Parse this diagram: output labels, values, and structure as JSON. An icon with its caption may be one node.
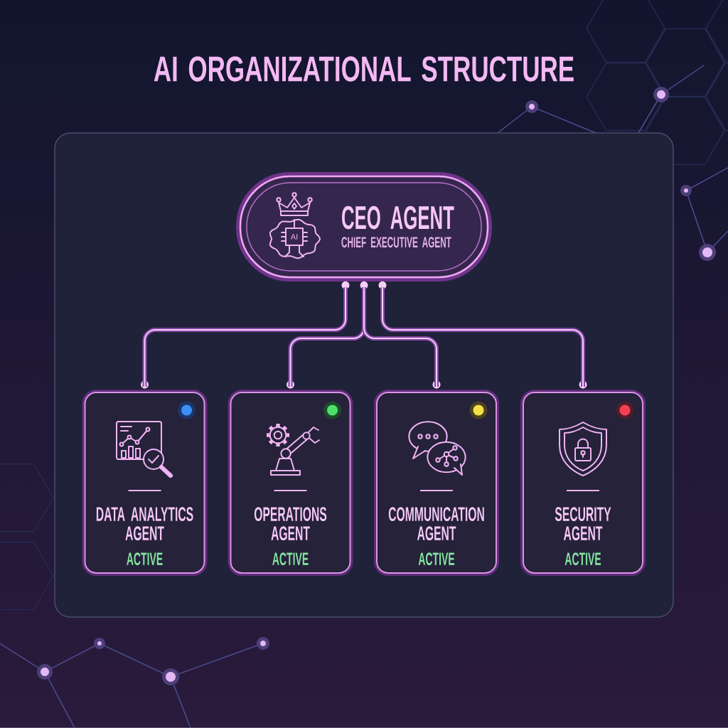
{
  "diagram": {
    "title": "AI ORGANIZATIONAL STRUCTURE",
    "nodes": [
      {
        "text": [],
        "shape": "box"
      },
      {
        "text": [
          "CEO AGENT",
          "CHIEF EXECUTIVE AGENT"
        ],
        "in": 0
      },
      {
        "text": [
          "DATA ANALYTICS AGENT",
          "ACTIVE"
        ],
        "in": 0
      },
      {
        "text": [
          "OPERATIONS AGENT",
          "ACTIVE"
        ],
        "in": 0
      },
      {
        "text": [
          "COMMUNICATION AGENT",
          "ACTIVE"
        ],
        "in": 0
      },
      {
        "text": [
          "SECURITY AGENT",
          "ACTIVE"
        ],
        "in": 0
      }
    ],
    "edges": [
      {
        "from": 1,
        "to": 2,
        "arrow": "none"
      },
      {
        "from": 1,
        "to": 3,
        "arrow": "none"
      },
      {
        "from": 1,
        "to": 4,
        "arrow": "none"
      },
      {
        "from": 1,
        "to": 5,
        "arrow": "none"
      }
    ],
    "labels": [
      "AI"
    ]
  }
}
